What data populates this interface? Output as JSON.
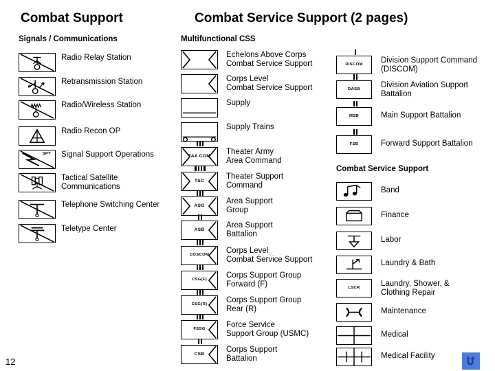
{
  "slide": {
    "page_number": "12",
    "title_left": "Combat Support",
    "title_right": "Combat Service Support (2 pages)",
    "subhead_left": "Signals / Communications",
    "subhead_mid": "Multifunctional CSS",
    "subhead_right": "Combat Service Support",
    "return_button_icon": "return-arrow-icon",
    "accent_color": "#4a7ddc",
    "line_color": "#000000",
    "background_color": "#ffffff"
  },
  "signals_communications": [
    {
      "label": "Radio Relay Station",
      "icon": "radio-relay-station-symbol",
      "inner_text": ""
    },
    {
      "label": "Retransmission Station",
      "icon": "retransmission-station-symbol",
      "inner_text": ""
    },
    {
      "label": "Radio/Wireless Station",
      "icon": "radio-wireless-station-symbol",
      "inner_text": ""
    },
    {
      "label": "Radio Recon OP",
      "icon": "radio-recon-op-symbol",
      "inner_text": ""
    },
    {
      "label": "Signal Support Operations",
      "icon": "signal-support-operations-symbol",
      "inner_text": "SPT"
    },
    {
      "label": "Tactical Satellite\nCommunications",
      "icon": "tactical-satellite-communications-symbol",
      "inner_text": ""
    },
    {
      "label": "Telephone Switching Center",
      "icon": "telephone-switching-center-symbol",
      "inner_text": ""
    },
    {
      "label": "Teletype Center",
      "icon": "teletype-center-symbol",
      "inner_text": ""
    }
  ],
  "multifunctional_css": [
    {
      "label": "Echelons Above Corps\nCombat Service Support",
      "inner_text": "",
      "echelon": "",
      "icon": "eac-css-symbol"
    },
    {
      "label": "Corps Level\nCombat Service Support",
      "inner_text": "",
      "echelon": "",
      "icon": "corps-level-css-symbol"
    },
    {
      "label": "Supply",
      "inner_text": "",
      "echelon": "",
      "icon": "supply-symbol"
    },
    {
      "label": "Supply Trains",
      "inner_text": "",
      "echelon": "",
      "icon": "supply-trains-symbol"
    },
    {
      "label": "Theater Army\nArea Command",
      "inner_text": "TAA\nCOM",
      "echelon": "XXX",
      "icon": "theater-army-area-command-symbol"
    },
    {
      "label": "Theater Support\nCommand",
      "inner_text": "TSC",
      "echelon": "XXXX",
      "icon": "theater-support-command-symbol"
    },
    {
      "label": "Area Support\nGroup",
      "inner_text": "ASG",
      "echelon": "III",
      "icon": "area-support-group-symbol"
    },
    {
      "label": "Area Support\nBattalion",
      "inner_text": "ASB",
      "echelon": "II",
      "icon": "area-support-battalion-symbol"
    },
    {
      "label": "Corps Level\nCombat Service Support",
      "inner_text": "COSCOM",
      "echelon": "XXX",
      "icon": "coscom-symbol"
    },
    {
      "label": "Corps Support Group\nForward (F)",
      "inner_text": "CSG(F)",
      "echelon": "III",
      "icon": "csg-forward-symbol"
    },
    {
      "label": "Corps Support Group\nRear (R)",
      "inner_text": "CSG(R)",
      "echelon": "III",
      "icon": "csg-rear-symbol"
    },
    {
      "label": "Force Service\nSupport Group (USMC)",
      "inner_text": "FSSG",
      "echelon": "XXX",
      "icon": "fssg-symbol"
    },
    {
      "label": "Corps Support\nBattalion",
      "inner_text": "CSB",
      "echelon": "II",
      "icon": "corps-support-battalion-symbol"
    }
  ],
  "division_support": [
    {
      "label": "Division Support Command\n(DISCOM)",
      "inner_text": "DISCOM",
      "echelon": "X",
      "icon": "discom-symbol"
    },
    {
      "label": "Division Aviation Support\nBattalion",
      "inner_text": "DASB",
      "echelon": "II",
      "icon": "dasb-symbol"
    },
    {
      "label": "Main Support Battalion",
      "inner_text": "MSB",
      "echelon": "II",
      "icon": "msb-symbol"
    },
    {
      "label": "Forward Support Battalion",
      "inner_text": "FSB",
      "echelon": "II",
      "icon": "fsb-symbol"
    }
  ],
  "combat_service_support": [
    {
      "label": "Band",
      "inner_text": "",
      "icon": "band-symbol"
    },
    {
      "label": "Finance",
      "inner_text": "",
      "icon": "finance-symbol"
    },
    {
      "label": "Labor",
      "inner_text": "",
      "icon": "labor-symbol"
    },
    {
      "label": "Laundry & Bath",
      "inner_text": "",
      "icon": "laundry-bath-symbol"
    },
    {
      "label": "Laundry, Shower, &\nClothing Repair",
      "inner_text": "LSCR",
      "icon": "laundry-shower-clothing-repair-symbol"
    },
    {
      "label": "Maintenance",
      "inner_text": "",
      "icon": "maintenance-symbol"
    },
    {
      "label": "Medical",
      "inner_text": "",
      "icon": "medical-symbol"
    },
    {
      "label": "Medical Facility",
      "inner_text": "",
      "icon": "medical-facility-symbol"
    }
  ]
}
